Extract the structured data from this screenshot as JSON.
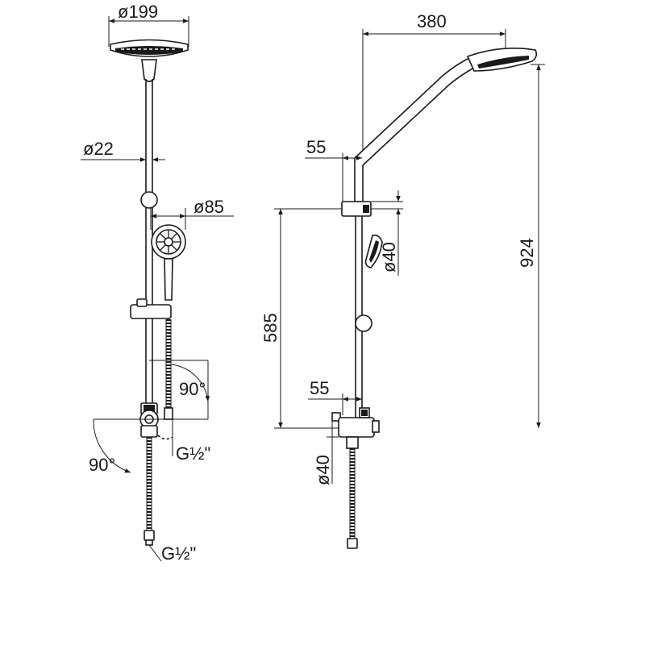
{
  "front_view": {
    "dimensions": {
      "head_diameter": "ø199",
      "rail_diameter": "ø22",
      "hand_shower_diameter": "ø85",
      "angle_upper": "90°",
      "thread_upper": "G½\"",
      "angle_lower": "90°",
      "thread_lower": "G½\""
    }
  },
  "side_view": {
    "dimensions": {
      "arm_reach": "380",
      "arm_offset": "55",
      "hand_shower_diameter": "ø40",
      "rail_height": "585",
      "total_height": "924",
      "valve_offset": "55",
      "hose_diameter": "ø40"
    }
  }
}
